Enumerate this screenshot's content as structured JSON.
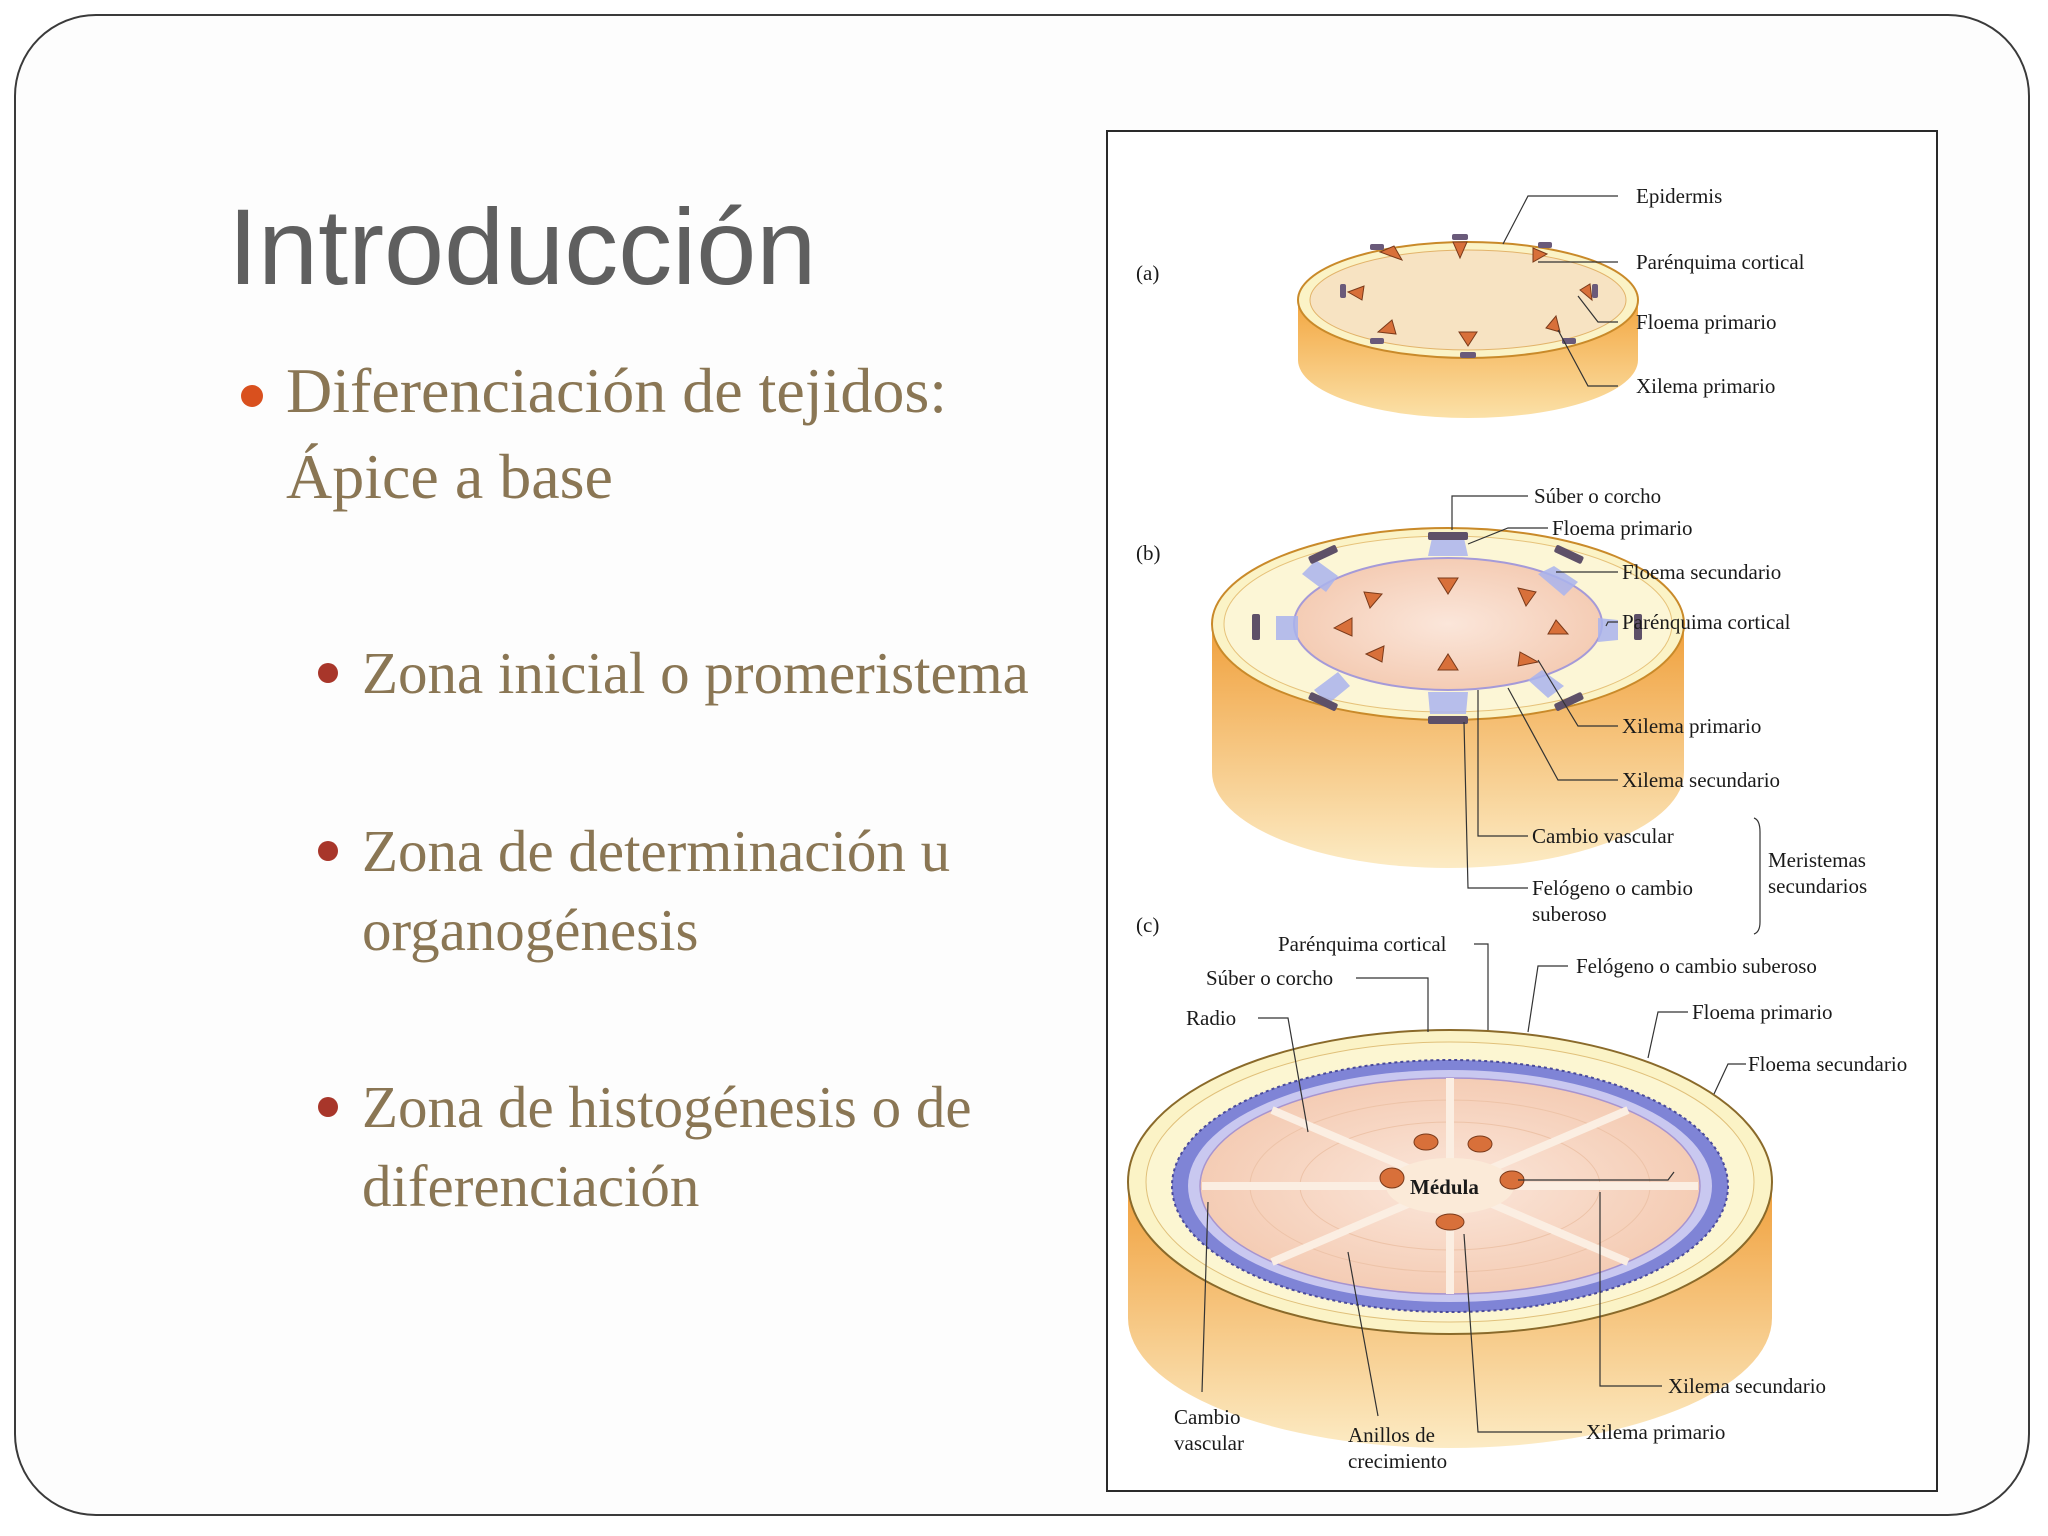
{
  "slide": {
    "title": "Introducción",
    "main_bullet": {
      "line1": "Diferenciación de tejidos:",
      "line2": "Ápice a base"
    },
    "sub_bullets": [
      {
        "line1": "Zona inicial o promeristema",
        "line2": ""
      },
      {
        "line1": "Zona de determinación u",
        "line2": "organogénesis"
      },
      {
        "line1": "Zona de histogénesis o de",
        "line2": "diferenciación"
      }
    ]
  },
  "figure": {
    "panel_a": {
      "tag": "(a)",
      "labels": [
        "Epidermis",
        "Parénquima cortical",
        "Floema primario",
        "Xilema primario"
      ]
    },
    "panel_b": {
      "tag": "(b)",
      "labels": [
        "Súber o corcho",
        "Floema primario",
        "Floema secundario",
        "Parénquima cortical",
        "Xilema primario",
        "Xilema secundario",
        "Cambio vascular",
        "Felógeno o cambio",
        "suberoso"
      ],
      "bracket_label_line1": "Meristemas",
      "bracket_label_line2": "secundarios"
    },
    "panel_c": {
      "tag": "(c)",
      "labels_top": [
        "Parénquima cortical",
        "Súber o corcho",
        "Felógeno o cambio suberoso",
        "Radio",
        "Floema primario",
        "Floema secundario"
      ],
      "center_label": "Médula",
      "labels_bottom": [
        "Xilema secundario",
        "Xilema primario"
      ],
      "cambio_line1": "Cambio",
      "cambio_line2": "vascular",
      "anillos_line1": "Anillos de",
      "anillos_line2": "crecimiento"
    },
    "colors": {
      "orange_dark": "#e8912a",
      "orange_light": "#f8d08a",
      "cream": "#fbf3c6",
      "pink": "#f6d3c0",
      "blue": "#8c8fd8",
      "bundle": "#d8703a"
    }
  }
}
